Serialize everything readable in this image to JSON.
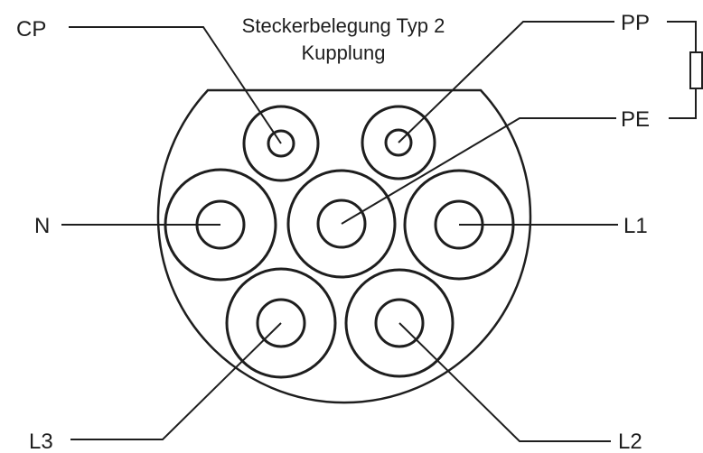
{
  "title": {
    "line1": "Steckerbelegung Typ 2",
    "line2": "Kupplung"
  },
  "pins": {
    "CP": "CP",
    "PP": "PP",
    "PE": "PE",
    "N": "N",
    "L1": "L1",
    "L2": "L2",
    "L3": "L3"
  },
  "colors": {
    "ink": "#1e1e1e",
    "background": "#ffffff"
  }
}
